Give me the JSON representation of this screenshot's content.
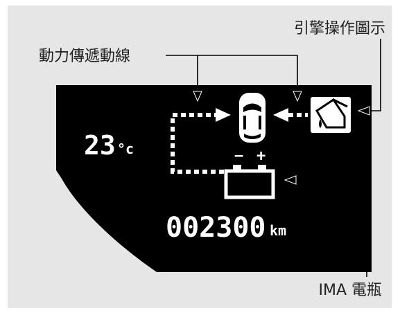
{
  "labels": {
    "engine_indicator": "引擎操作圖示",
    "power_flow": "動力傳遞動線",
    "ima_battery": "IMA 電瓶"
  },
  "display": {
    "temperature": "23",
    "temperature_unit": "°c",
    "odometer": "002300",
    "odometer_unit": "km",
    "battery_minus": "−",
    "battery_plus": "+"
  },
  "colors": {
    "panel_background": "#e6e6e6",
    "display_background": "#000000",
    "display_foreground": "#ffffff"
  },
  "icons": [
    "car-icon",
    "fuel-pump-icon",
    "battery-icon",
    "flow-arrow-icon"
  ]
}
